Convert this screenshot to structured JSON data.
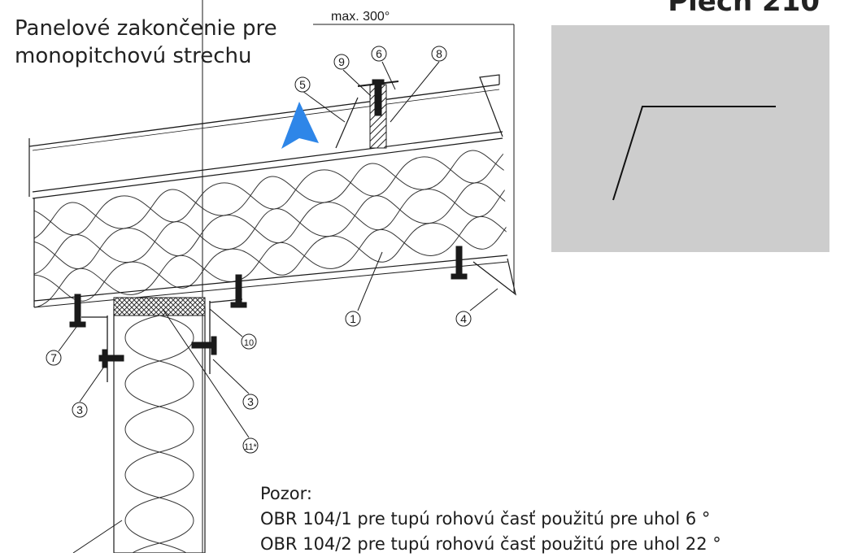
{
  "title": {
    "line1": "Panelové zakončenie pre",
    "line2": "monopitchovú strechu"
  },
  "code_title": "Plech 210",
  "dimension_label": "max. 300°",
  "callouts": [
    "5",
    "9",
    "6",
    "8",
    "1",
    "4",
    "10",
    "7",
    "3",
    "3",
    "11*"
  ],
  "note": {
    "heading": "Pozor:",
    "line1": "OBR 104/1 pre tupú rohovú časť použitú pre uhol 6 °",
    "line2": "OBR 104/2 pre tupú rohovú časť použitú pre uhol 22 °"
  },
  "colors": {
    "preview_bg": "#cdcdcd",
    "arrow": "#2e86e8",
    "line": "#1a1a1a"
  },
  "icons": {
    "direction_arrow": "up-arrow-icon"
  }
}
